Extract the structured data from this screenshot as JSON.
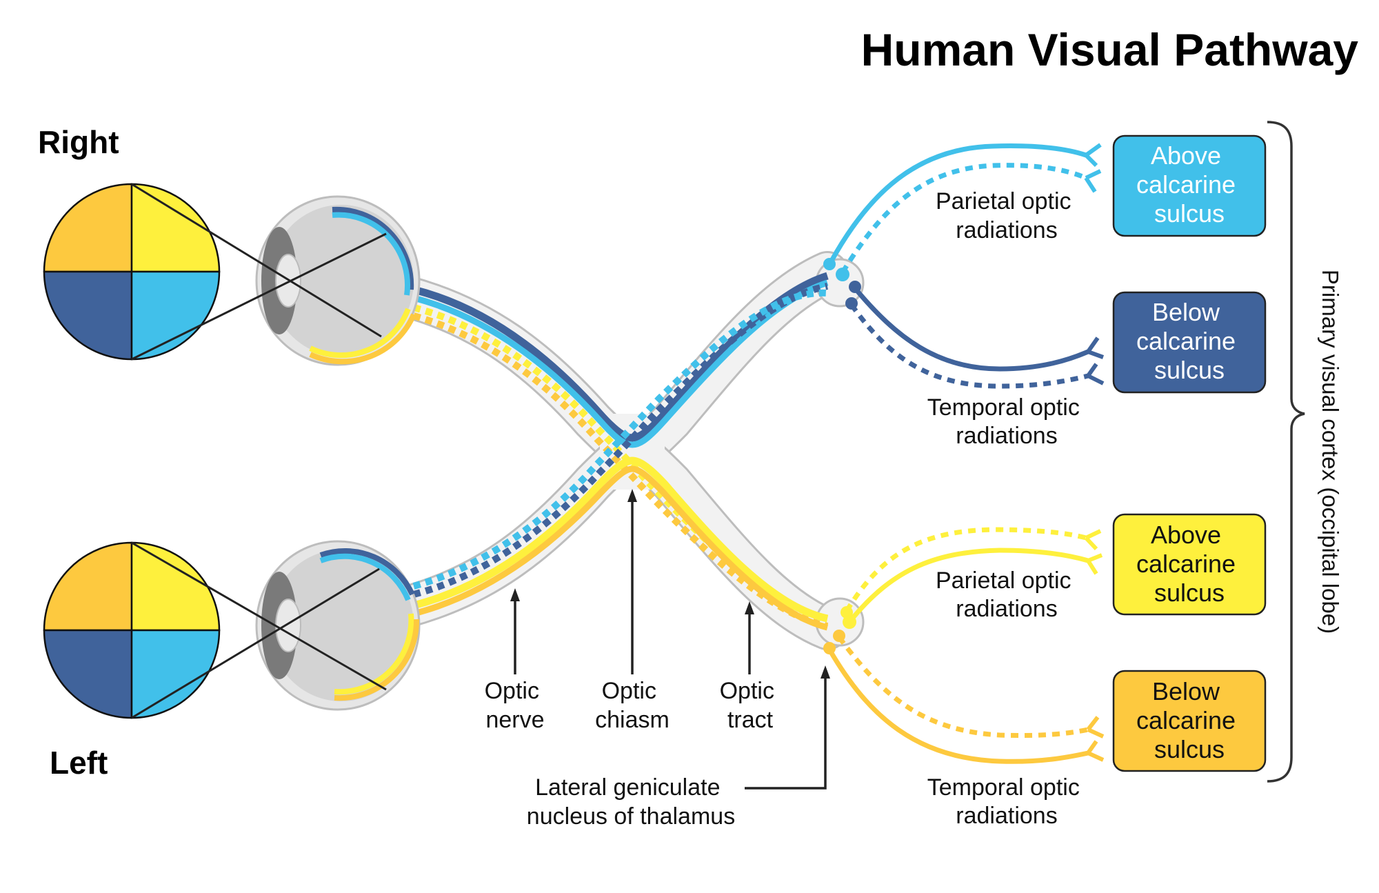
{
  "title": "Human Visual Pathway",
  "eyes": {
    "right_label": "Right",
    "left_label": "Left"
  },
  "colors": {
    "upper_temporal_orange": "#FDC93F",
    "upper_nasal_yellow": "#FEF03D",
    "lower_temporal_navy": "#40639B",
    "lower_nasal_sky": "#41C0EA",
    "sheath_gray": "#F2F2F2",
    "sheath_outline": "#BDBDBD",
    "eyeball_gray": "#D3D3D3",
    "text": "#111111"
  },
  "structure_labels": {
    "optic_nerve": [
      "Optic",
      "nerve"
    ],
    "optic_chiasm": [
      "Optic",
      "chiasm"
    ],
    "optic_tract": [
      "Optic",
      "tract"
    ],
    "lgn": [
      "Lateral geniculate",
      "nucleus of thalamus"
    ]
  },
  "radiation_labels": {
    "upper_parietal": [
      "Parietal optic",
      "radiations"
    ],
    "upper_temporal": [
      "Temporal optic",
      "radiations"
    ],
    "lower_parietal": [
      "Parietal optic",
      "radiations"
    ],
    "lower_temporal": [
      "Temporal optic",
      "radiations"
    ]
  },
  "cortex_boxes": [
    {
      "lines": [
        "Above",
        "calcarine",
        "sulcus"
      ],
      "fill": "#41C0EA",
      "text_color": "#FFFFFF"
    },
    {
      "lines": [
        "Below",
        "calcarine",
        "sulcus"
      ],
      "fill": "#40639B",
      "text_color": "#FFFFFF"
    },
    {
      "lines": [
        "Above",
        "calcarine",
        "sulcus"
      ],
      "fill": "#FEF03D",
      "text_color": "#111111"
    },
    {
      "lines": [
        "Below",
        "calcarine",
        "sulcus"
      ],
      "fill": "#FDC93F",
      "text_color": "#111111"
    }
  ],
  "cortex_brace_label": "Primary visual cortex (occipital lobe)"
}
